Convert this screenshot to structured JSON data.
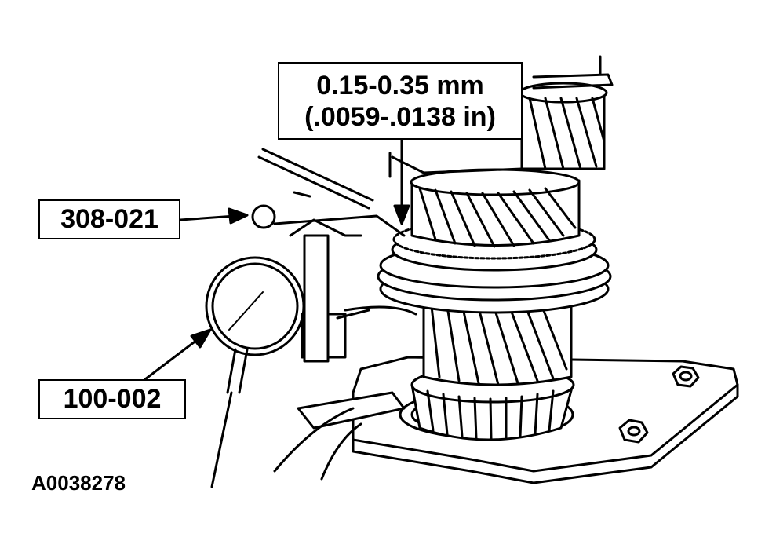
{
  "spec": {
    "line1": "0.15-0.35 mm",
    "line2": "(.0059-.0138 in)"
  },
  "tools": {
    "holder": "308-021",
    "indicator": "100-002"
  },
  "figure_id": "A0038278",
  "colors": {
    "ink": "#000000",
    "paper": "#ffffff"
  }
}
